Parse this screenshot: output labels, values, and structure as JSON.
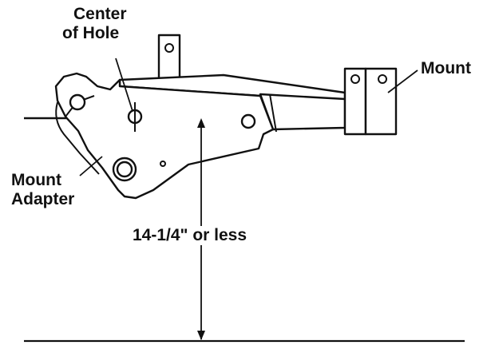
{
  "labels": {
    "center_of_hole_line1": "Center",
    "center_of_hole_line2": "of Hole",
    "mount": "Mount",
    "mount_adapter_line1": "Mount",
    "mount_adapter_line2": "Adapter",
    "measurement": "14-1/4\" or less"
  }
}
